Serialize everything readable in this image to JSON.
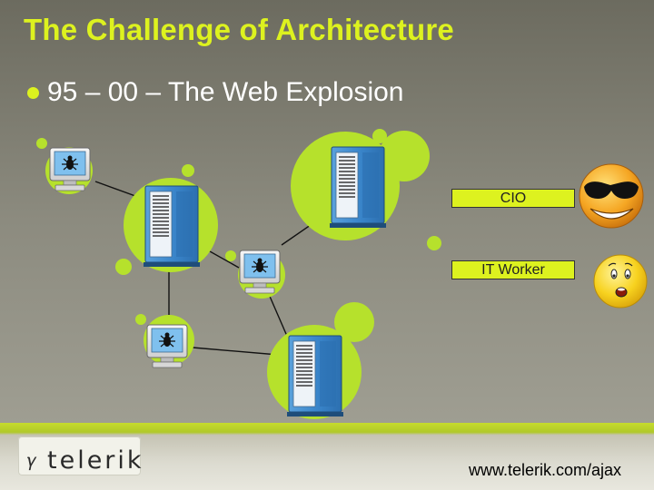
{
  "slide": {
    "title": "The Challenge of Architecture",
    "bullet": "95 – 00 – The Web Explosion"
  },
  "labels": {
    "cio": "CIO",
    "it_worker": "IT Worker"
  },
  "footer": {
    "logo_text": "telerik",
    "logo_mark": "𝛾",
    "url": "www.telerik.com/ajax"
  },
  "colors": {
    "accent": "#ddf21f",
    "background": "#8c8b7f",
    "blob": "#b6e12c"
  },
  "icons": [
    "monitor-spider-icon",
    "server-rack-icon",
    "cool-smiley-icon",
    "worried-smiley-icon",
    "telerik-logo-icon"
  ]
}
